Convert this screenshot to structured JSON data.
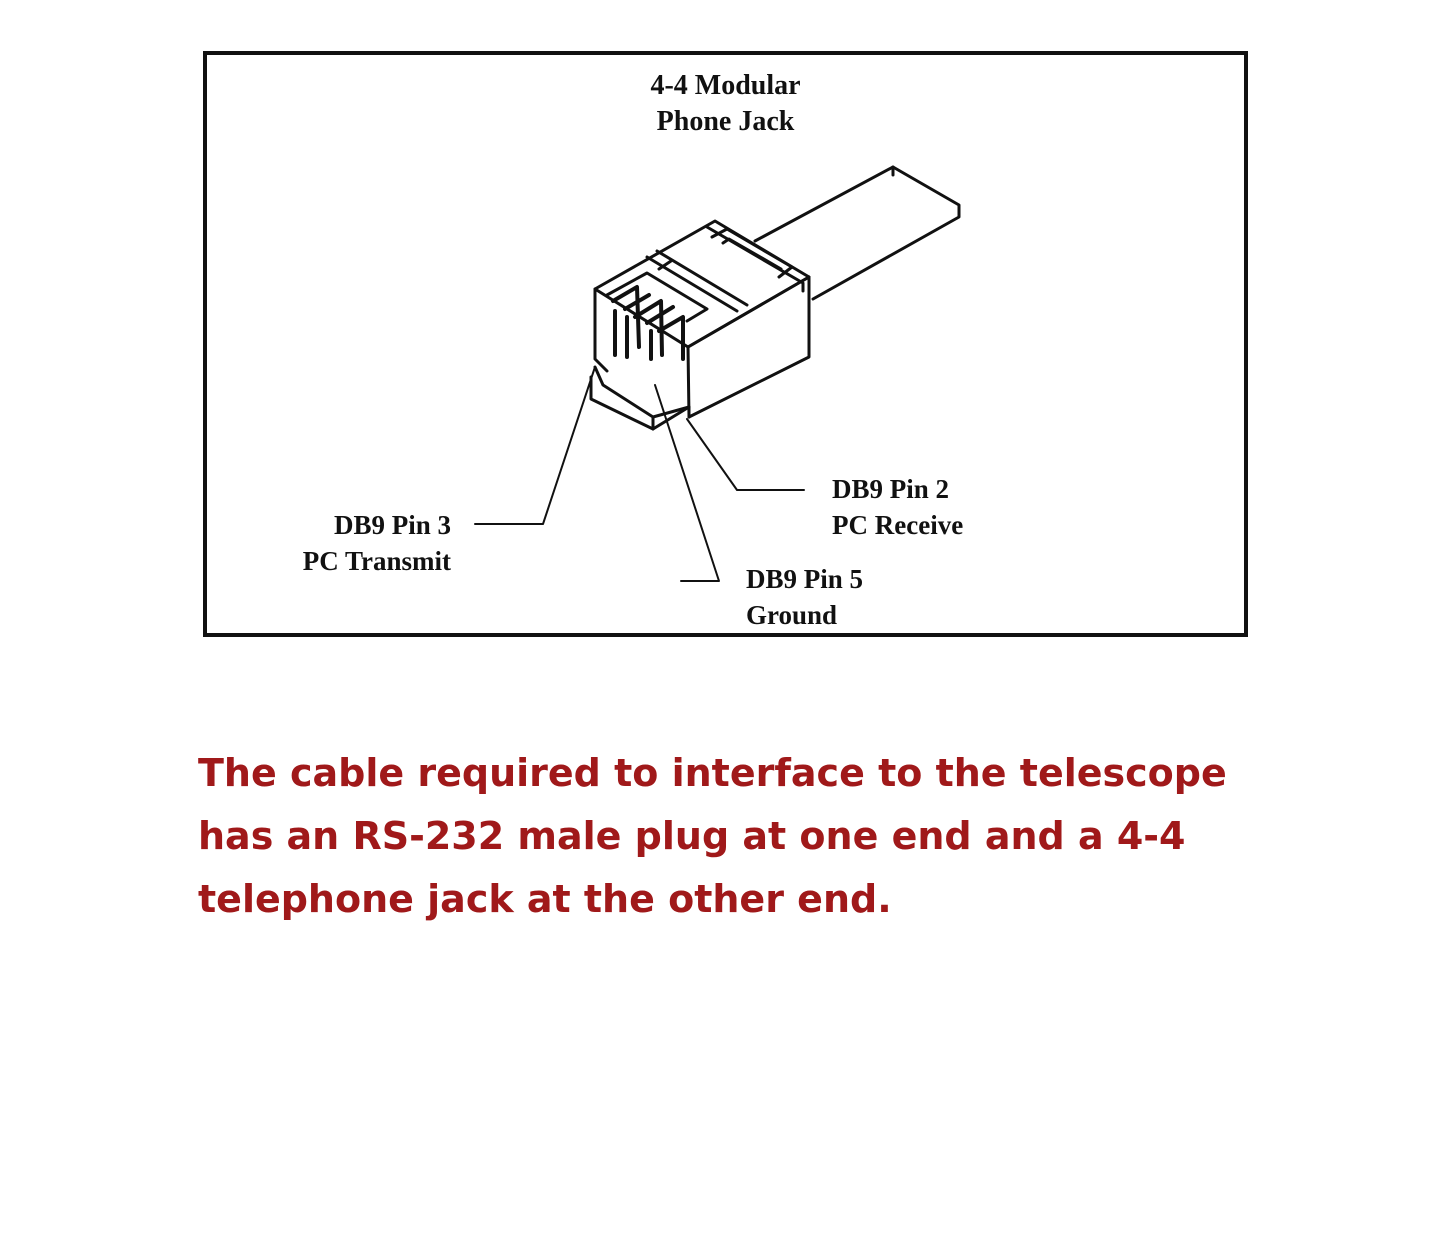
{
  "diagram": {
    "title_line1": "4-4 Modular",
    "title_line2": "Phone Jack",
    "labels": {
      "pin3_line1": "DB9 Pin 3",
      "pin3_line2": "PC Transmit",
      "pin2_line1": "DB9 Pin 2",
      "pin2_line2": "PC Receive",
      "pin5_line1": "DB9 Pin 5",
      "pin5_line2": "Ground"
    },
    "line_color": "#111111"
  },
  "caption": {
    "text": "The cable required to interface to the telescope has an RS-232 male plug at one end and a 4-4 telephone jack at the other end.",
    "color": "#a0191a"
  }
}
